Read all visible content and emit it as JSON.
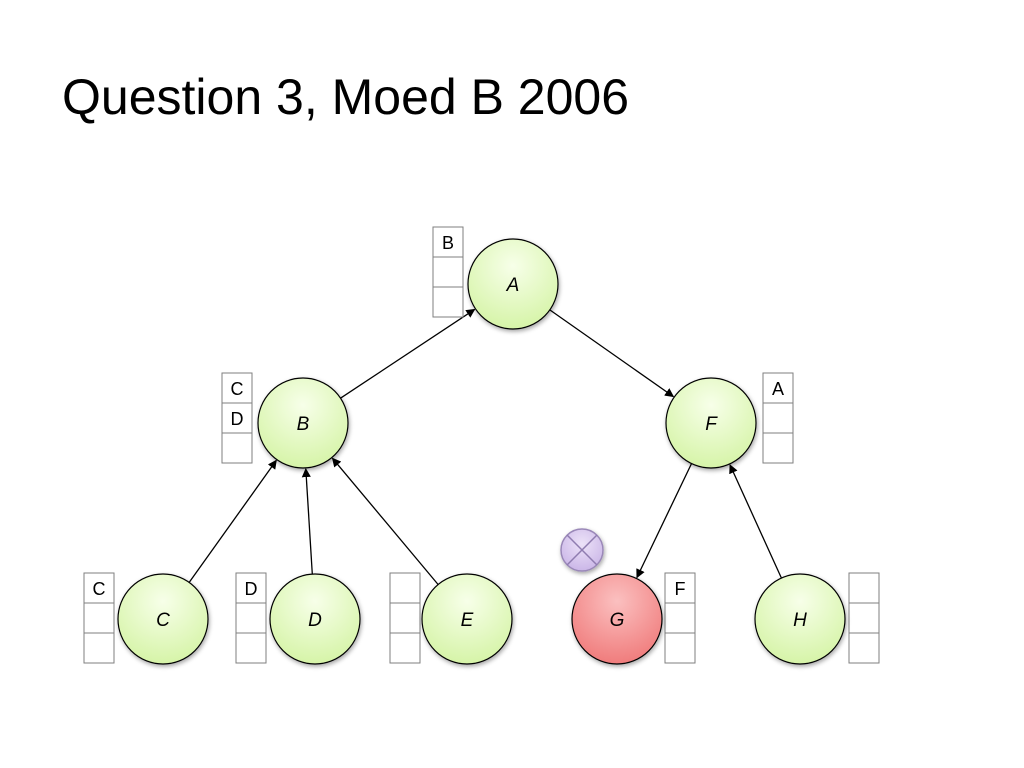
{
  "slide": {
    "title": "Question 3, Moed B 2006"
  },
  "diagram": {
    "nodes": [
      {
        "id": "A",
        "label": "A",
        "state": "normal",
        "table": [
          "B",
          "",
          ""
        ]
      },
      {
        "id": "B",
        "label": "B",
        "state": "normal",
        "table": [
          "C",
          "D",
          ""
        ]
      },
      {
        "id": "F",
        "label": "F",
        "state": "normal",
        "table": [
          "A",
          "",
          ""
        ]
      },
      {
        "id": "C",
        "label": "C",
        "state": "normal",
        "table": [
          "C",
          "",
          ""
        ]
      },
      {
        "id": "D",
        "label": "D",
        "state": "normal",
        "table": [
          "D",
          "",
          ""
        ]
      },
      {
        "id": "E",
        "label": "E",
        "state": "normal",
        "table": [
          "",
          "",
          ""
        ]
      },
      {
        "id": "G",
        "label": "G",
        "state": "failed",
        "table": [
          "F",
          "",
          ""
        ]
      },
      {
        "id": "H",
        "label": "H",
        "state": "normal",
        "table": [
          "",
          "",
          ""
        ]
      }
    ],
    "edges": [
      {
        "from": "B",
        "to": "A"
      },
      {
        "from": "A",
        "to": "F"
      },
      {
        "from": "C",
        "to": "B"
      },
      {
        "from": "D",
        "to": "B"
      },
      {
        "from": "E",
        "to": "B"
      },
      {
        "from": "F",
        "to": "G"
      },
      {
        "from": "H",
        "to": "F"
      }
    ],
    "failure_marker_icon": "crossed-circle-icon",
    "colors": {
      "normal_node_fill": "#e6f9c8",
      "failed_node_fill": "#f48b8b",
      "failure_marker_fill": "#d6c4ee"
    }
  }
}
